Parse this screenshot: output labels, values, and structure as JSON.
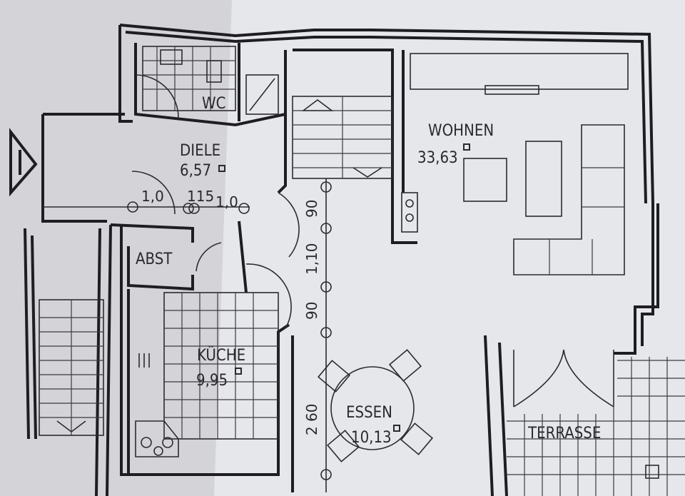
{
  "rooms": {
    "wc": {
      "name": "WC"
    },
    "diele": {
      "name": "DIELE",
      "area": "6,57"
    },
    "abst": {
      "name": "ABST"
    },
    "kueche": {
      "name": "KÜCHE",
      "area": "9,95"
    },
    "wohnen": {
      "name": "WOHNEN",
      "area": "33,63"
    },
    "essen": {
      "name": "ESSEN",
      "area": "10,13"
    },
    "terrasse": {
      "name": "TERRASSE"
    }
  },
  "dimensions": {
    "horizontal": [
      "1,0",
      "115",
      "1,0"
    ],
    "vertical": [
      "90",
      "1,10",
      "90",
      "2 60"
    ]
  },
  "colors": {
    "paper": "#e4e5e9",
    "shadow": "#d2d2d8",
    "ink": "#1e1e22"
  }
}
